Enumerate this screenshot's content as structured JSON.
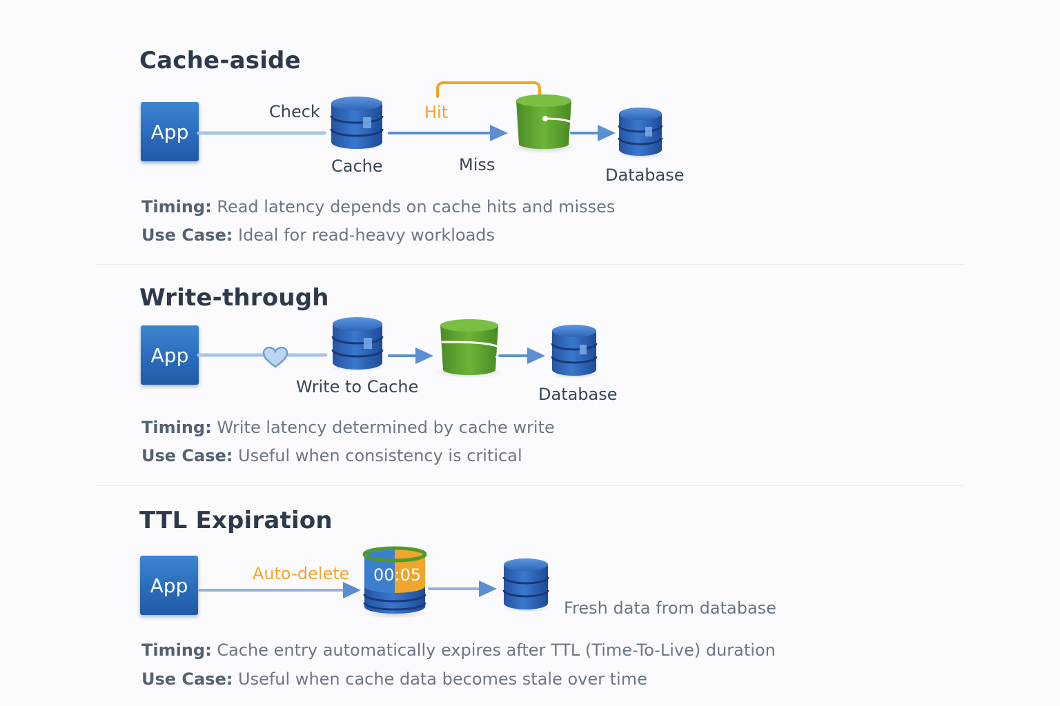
{
  "sections": [
    {
      "title": "Cache-aside",
      "app_label": "App",
      "labels": {
        "check": "Check",
        "hit": "Hit",
        "miss": "Miss",
        "cache": "Cache",
        "database": "Database"
      },
      "timing_key": "Timing:",
      "timing_text": "Read latency depends on cache hits and misses",
      "usecase_key": "Use Case:",
      "usecase_text": "Ideal for read-heavy workloads"
    },
    {
      "title": "Write-through",
      "app_label": "App",
      "labels": {
        "write_to_cache": "Write to Cache",
        "database": "Database"
      },
      "timing_key": "Timing:",
      "timing_text": "Write latency determined by cache write",
      "usecase_key": "Use Case:",
      "usecase_text": "Useful when consistency is critical"
    },
    {
      "title": "TTL Expiration",
      "app_label": "App",
      "labels": {
        "auto_delete": "Auto-delete",
        "timer": "00:05",
        "fresh_data": "Fresh data from database"
      },
      "timing_key": "Timing:",
      "timing_text": "Cache entry automatically expires after TTL (Time-To-Live) duration",
      "usecase_key": "Use Case:",
      "usecase_text": "Useful when cache data becomes stale over time"
    }
  ],
  "colors": {
    "app_blue": "#2a6cbc",
    "db_blue": "#2d62b5",
    "bucket_green": "#5a9e2e",
    "accent_orange": "#f2a428",
    "arrow_blue": "#5b8fd0",
    "line_light": "#a9c3e6"
  },
  "icons": [
    "database-icon",
    "bucket-icon",
    "heart-icon",
    "timer-database-icon",
    "arrow-icon"
  ]
}
